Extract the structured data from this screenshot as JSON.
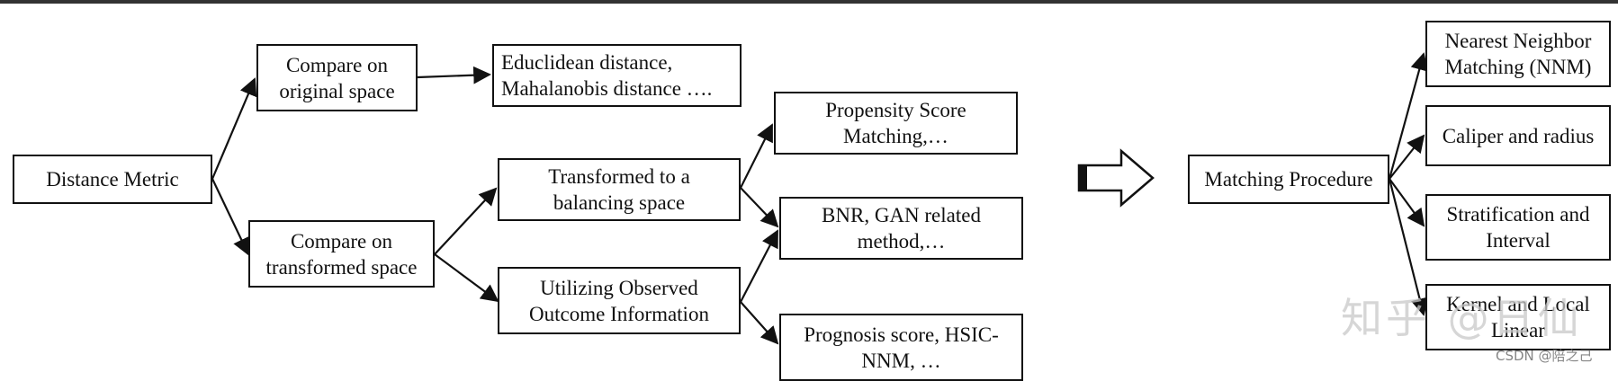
{
  "nodes": {
    "distance_metric": "Distance Metric",
    "compare_original": "Compare on\noriginal space",
    "compare_transformed": "Compare on\ntransformed space",
    "euclidean": "Educlidean distance,\nMahalanobis distance ….",
    "transformed_balancing": "Transformed to a\nbalancing space",
    "utilizing_outcome": "Utilizing Observed\nOutcome Information",
    "propensity": "Propensity Score\nMatching,…",
    "bnr_gan": "BNR, GAN related\nmethod,…",
    "prognosis": "Prognosis score, HSIC-\nNNM, …",
    "matching_procedure": "Matching Procedure",
    "nnm": "Nearest Neighbor\nMatching (NNM)",
    "caliper": "Caliper and radius",
    "stratification": "Stratification and\nInterval",
    "kernel": "Kernel and Local\nLinear"
  },
  "watermark": "知乎 @日仙",
  "credit": "CSDN @陪之己",
  "colors": {
    "stroke": "#111111",
    "background": "#ffffff"
  }
}
